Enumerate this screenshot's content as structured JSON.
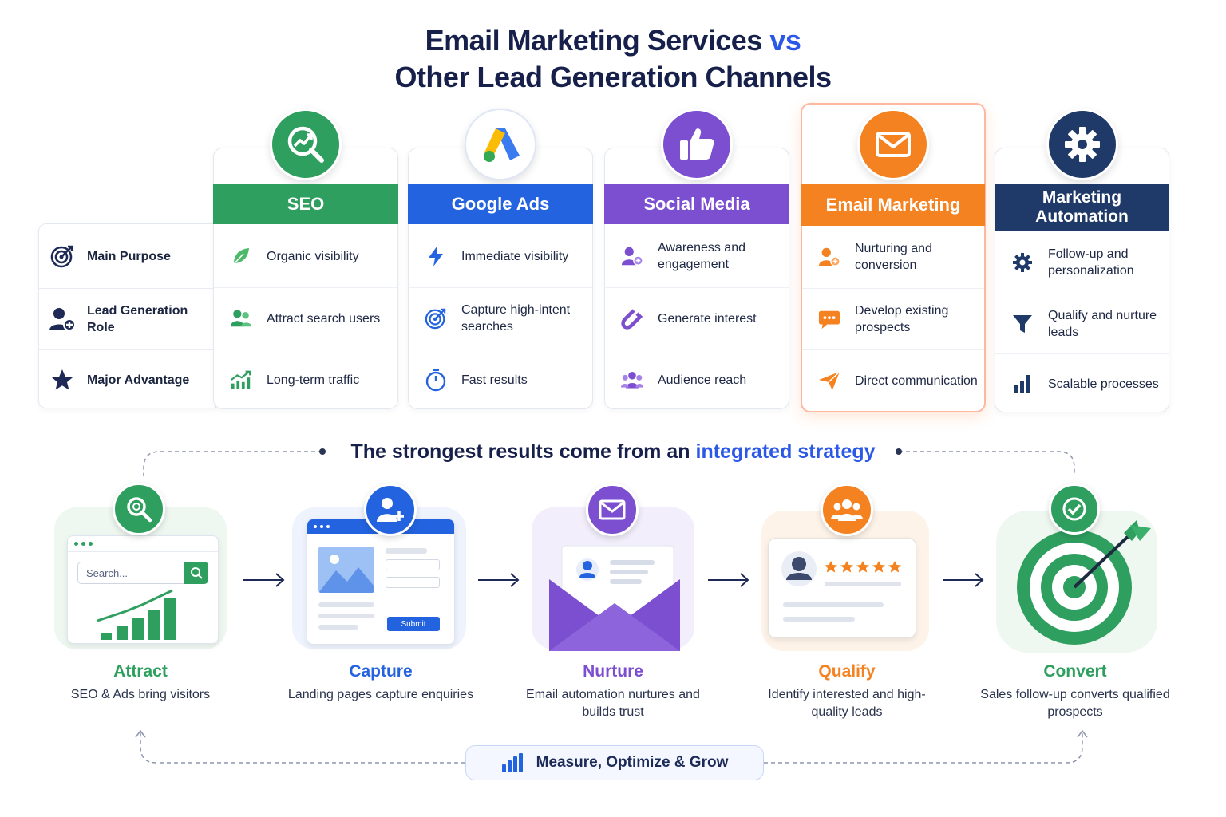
{
  "title": {
    "line1": "Email Marketing Services",
    "vs": "vs",
    "line2": "Other Lead Generation Channels"
  },
  "row_labels": [
    {
      "label": "Main Purpose",
      "icon": "target-icon"
    },
    {
      "label": "Lead Generation Role",
      "icon": "user-plus-icon"
    },
    {
      "label": "Major Advantage",
      "icon": "star-icon"
    }
  ],
  "channels": {
    "seo": {
      "name": "SEO",
      "color": "#2e9f5f",
      "icon": "search-growth-icon",
      "rows": [
        "Organic visibility",
        "Attract search users",
        "Long-term traffic"
      ]
    },
    "google_ads": {
      "name": "Google Ads",
      "color": "#2463e0",
      "icon": "google-ads-icon",
      "rows": [
        "Immediate visibility",
        "Capture high-intent searches",
        "Fast results"
      ]
    },
    "social": {
      "name": "Social Media",
      "color": "#7b4fd0",
      "icon": "thumbs-up-icon",
      "rows": [
        "Awareness and engagement",
        "Generate interest",
        "Audience reach"
      ]
    },
    "email": {
      "name": "Email Marketing",
      "color": "#f58220",
      "icon": "envelope-icon",
      "rows": [
        "Nurturing and conversion",
        "Develop existing prospects",
        "Direct communication"
      ]
    },
    "automation": {
      "name": "Marketing Automation",
      "color": "#1f3a68",
      "icon": "gear-icon",
      "rows": [
        "Follow-up and personalization",
        "Qualify and nurture leads",
        "Scalable processes"
      ]
    }
  },
  "strategy": {
    "prefix": "The strongest results come from an",
    "highlight": "integrated strategy"
  },
  "steps": [
    {
      "title": "Attract",
      "desc": "SEO & Ads bring visitors",
      "color": "#2e9f5f"
    },
    {
      "title": "Capture",
      "desc": "Landing pages capture enquiries",
      "color": "#2463e0"
    },
    {
      "title": "Nurture",
      "desc": "Email automation nurtures and builds trust",
      "color": "#7b4fd0"
    },
    {
      "title": "Qualify",
      "desc": "Identify interested and high-quality leads",
      "color": "#f58220"
    },
    {
      "title": "Convert",
      "desc": "Sales follow-up converts qualified prospects",
      "color": "#2e9f5f"
    }
  ],
  "illustrations": {
    "search_placeholder": "Search...",
    "submit_label": "Submit"
  },
  "measure": {
    "label": "Measure, Optimize & Grow"
  }
}
